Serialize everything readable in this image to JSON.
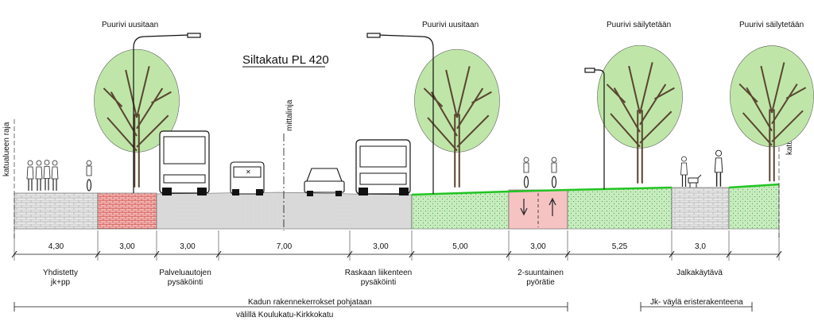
{
  "title": "Siltakatu PL 420",
  "center_line_label": "mittalinja",
  "boundary_label": "katualueen raja",
  "tree_labels": {
    "renewed": "Puurivi uusitaan",
    "kept": "Puurivi säilytetään"
  },
  "segments": [
    {
      "width_m": "4,30",
      "label": [
        "Yhdistetty",
        "jk+pp"
      ],
      "surface": "paving"
    },
    {
      "width_m": "3,00",
      "label": [],
      "surface": "red-paving"
    },
    {
      "width_m": "3,00",
      "label": [
        "Palveluautojen",
        "pysäköinti"
      ],
      "surface": "asphalt"
    },
    {
      "width_m": "7,00",
      "label": [],
      "surface": "asphalt"
    },
    {
      "width_m": "3,00",
      "label": [
        "Raskaan liikenteen",
        "pysäköinti"
      ],
      "surface": "asphalt"
    },
    {
      "width_m": "5,00",
      "label": [],
      "surface": "green"
    },
    {
      "width_m": "3,00",
      "label": [
        "2-suuntainen",
        "pyörätie"
      ],
      "surface": "bike-lane"
    },
    {
      "width_m": "5,25",
      "label": [],
      "surface": "green"
    },
    {
      "width_m": "3,0",
      "label": [
        "Jalkakäytävä"
      ],
      "surface": "paving"
    },
    {
      "width_m": "",
      "label": [],
      "surface": "green"
    }
  ],
  "notes": {
    "base_note_line1": "Kadun rakennekerrokset pohjataan",
    "base_note_line2": "välillä Koulukatu-Kirkkokatu",
    "insulation_note": "Jk- väylä eristerakenteena"
  },
  "colors": {
    "paving": "#e6e6e6",
    "red_paving": "#f4b3b3",
    "asphalt": "#d9d9d9",
    "green": "#c9ecc0",
    "bike_lane": "#f6c3c3",
    "lawn_edge": "#22c422",
    "tree_canopy": "#bfe6a8",
    "tree_trunk": "#5a4632"
  }
}
